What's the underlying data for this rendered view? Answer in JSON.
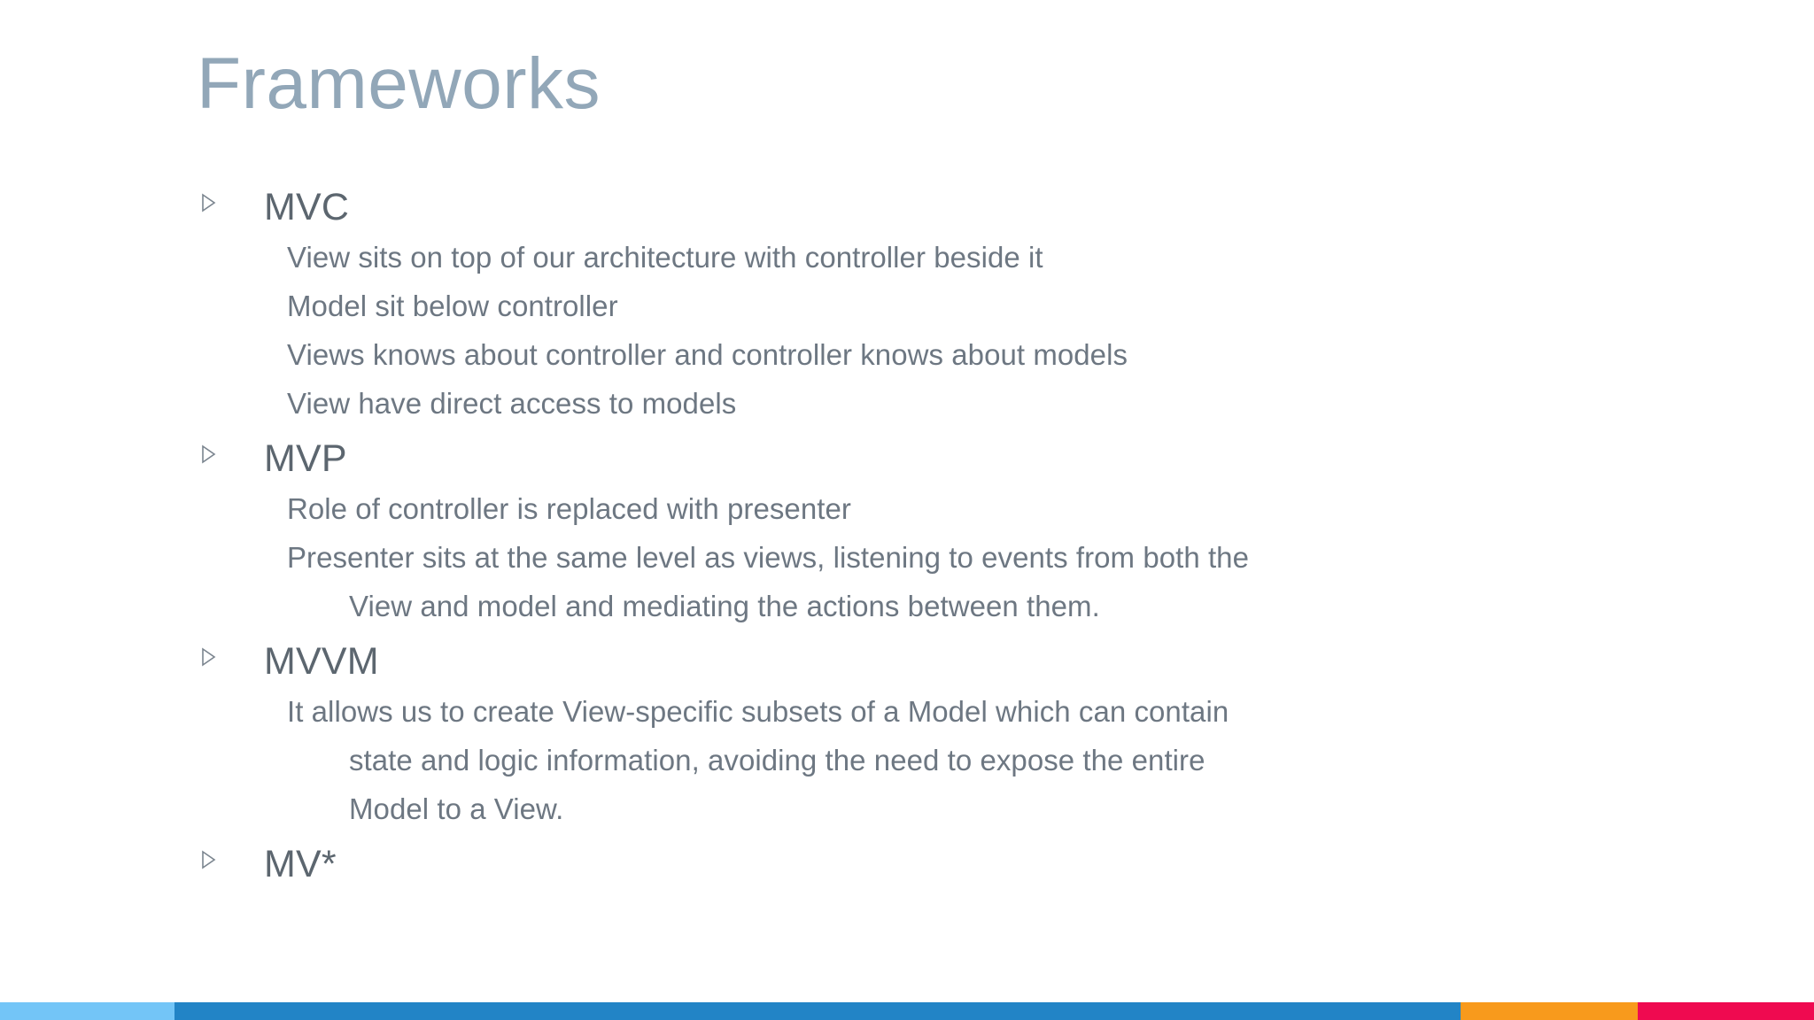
{
  "slide": {
    "title": "Frameworks",
    "title_color": "#92a7b8",
    "background": "#ffffff",
    "heading_color": "#5c666f",
    "body_color": "#6d7782",
    "bullet_glyph": "hollow-triangle-right"
  },
  "outline": [
    {
      "heading": "MVC",
      "lines": [
        {
          "text": "View sits on top of our architecture with controller beside it",
          "continuation": false
        },
        {
          "text": "Model sit below controller",
          "continuation": false
        },
        {
          "text": "Views knows about controller and controller knows about models",
          "continuation": false
        },
        {
          "text": "View have direct access to models",
          "continuation": false
        }
      ]
    },
    {
      "heading": "MVP",
      "lines": [
        {
          "text": "Role of controller is replaced with presenter",
          "continuation": false
        },
        {
          "text": "Presenter sits at the same level as views, listening to events from both the",
          "continuation": false
        },
        {
          "text": "View and model and mediating the actions between them.",
          "continuation": true
        }
      ]
    },
    {
      "heading": "MVVM",
      "lines": [
        {
          "text": "It allows us to create View-specific subsets of a Model which can contain",
          "continuation": false
        },
        {
          "text": "state and logic information, avoiding the need to expose the entire",
          "continuation": true
        },
        {
          "text": "Model to a View.",
          "continuation": true
        }
      ]
    },
    {
      "heading": "MV*",
      "lines": []
    }
  ],
  "footer": {
    "segments": [
      {
        "name": "light-blue",
        "color": "#73c5f7",
        "width_pct": 9.6
      },
      {
        "name": "blue",
        "color": "#2284c6",
        "width_pct": 70.9
      },
      {
        "name": "orange",
        "color": "#f89a1c",
        "width_pct": 9.8
      },
      {
        "name": "crimson",
        "color": "#ef0a50",
        "width_pct": 9.7
      }
    ]
  }
}
